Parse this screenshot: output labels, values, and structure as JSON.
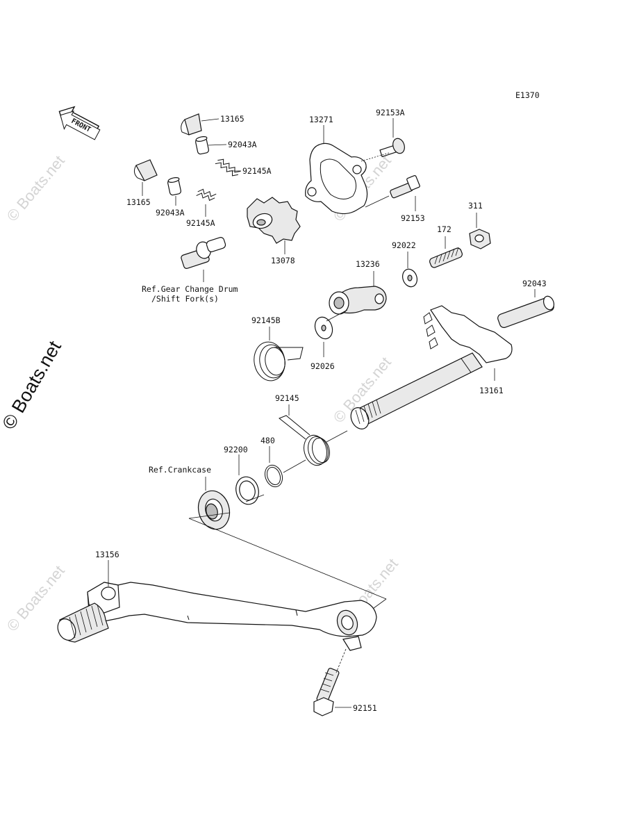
{
  "diagram_code": "E1370",
  "front_badge": "FRONT",
  "watermark": "© Boats.net",
  "parts": {
    "p13165_top": "13165",
    "p92043A_top": "92043A",
    "p92145A_top": "92145A",
    "p13165_left": "13165",
    "p92043A_left": "92043A",
    "p92145A_left": "92145A",
    "p13271": "13271",
    "p92153A": "92153A",
    "p92153": "92153",
    "p13078": "13078",
    "p311": "311",
    "p172": "172",
    "p92022": "92022",
    "p13236": "13236",
    "p92043": "92043",
    "p92145B": "92145B",
    "p92026": "92026",
    "p13161": "13161",
    "p92145": "92145",
    "p480": "480",
    "p92200": "92200",
    "p13156": "13156",
    "p92151": "92151"
  },
  "references": {
    "gear_change_line1": "Ref.Gear Change Drum",
    "gear_change_line2": "/Shift Fork(s)",
    "crankcase": "Ref.Crankcase"
  },
  "icons": [
    "front-arrow-icon"
  ]
}
